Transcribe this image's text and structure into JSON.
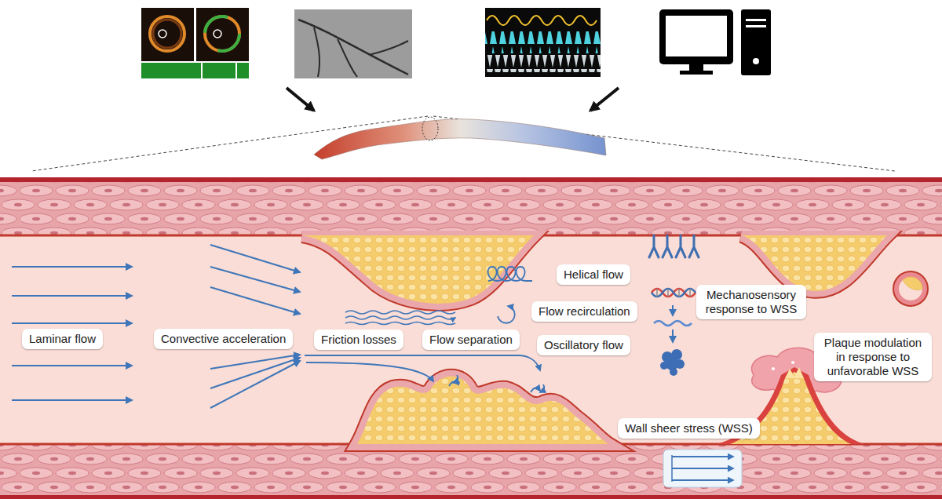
{
  "diagram": {
    "nodes": [
      {
        "text": [
          "Laminar flow"
        ]
      },
      {
        "text": [
          "Convective acceleration"
        ]
      },
      {
        "text": [
          "Friction losses"
        ]
      },
      {
        "text": [
          "Flow separation"
        ]
      },
      {
        "text": [
          "Helical flow"
        ]
      },
      {
        "text": [
          "Flow recirculation"
        ]
      },
      {
        "text": [
          "Oscillatory flow"
        ]
      },
      {
        "text": [
          "Mechanosensory response to WSS"
        ]
      },
      {
        "text": [
          "Plaque modulation in response to unfavorable WSS"
        ]
      },
      {
        "text": [
          "Wall sheer stress (WSS)"
        ]
      }
    ]
  }
}
